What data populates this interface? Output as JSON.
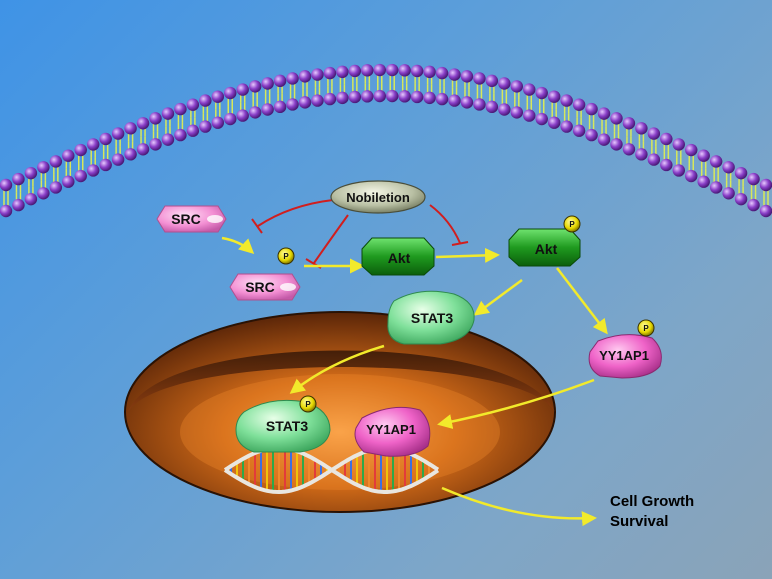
{
  "colors": {
    "background_top": "#3f93e6",
    "lipid_head": "#8a3fc8",
    "lipid_tail": "#d8e85a",
    "src_protein": "#f38fd3",
    "akt_protein": "#1f9a1f",
    "stat3_protein": "#7fe09a",
    "yy1ap1_protein": "#ef63c8",
    "phosphate": "#e6d800",
    "activation_arrow": "#f2ea2b",
    "inhibition_line": "#d11e1e",
    "nucleus": "#c45a12"
  },
  "labels": {
    "nobiletin": "Nobiletion",
    "src_inactive": "SRC",
    "src_phospho": "SRC",
    "akt_inactive": "Akt",
    "akt_phospho": "Akt",
    "stat3_cytoplasm": "STAT3",
    "yy1ap1_cytoplasm": "YY1AP1",
    "stat3_nucleus": "STAT3",
    "yy1ap1_nucleus": "YY1AP1",
    "phosphate_symbol": "P",
    "outcome_line1": "Cell Growth",
    "outcome_line2": "Survival"
  }
}
